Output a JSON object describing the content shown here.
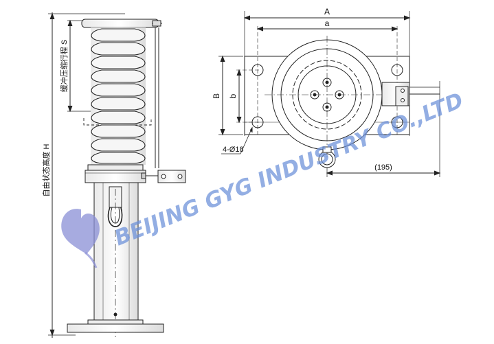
{
  "labels": {
    "total_height": "自由状态高度 H",
    "stroke": "缓冲压缩行程 S",
    "dim_A": "A",
    "dim_a": "a",
    "dim_B": "B",
    "dim_b": "b",
    "holes": "4-Ø18",
    "offset": "(195)"
  },
  "watermark": {
    "text": "BEIJING GYG INDUSTRY CO.,LTD",
    "color": "#6a8fd9",
    "logo_color": "#8a8fd6"
  }
}
